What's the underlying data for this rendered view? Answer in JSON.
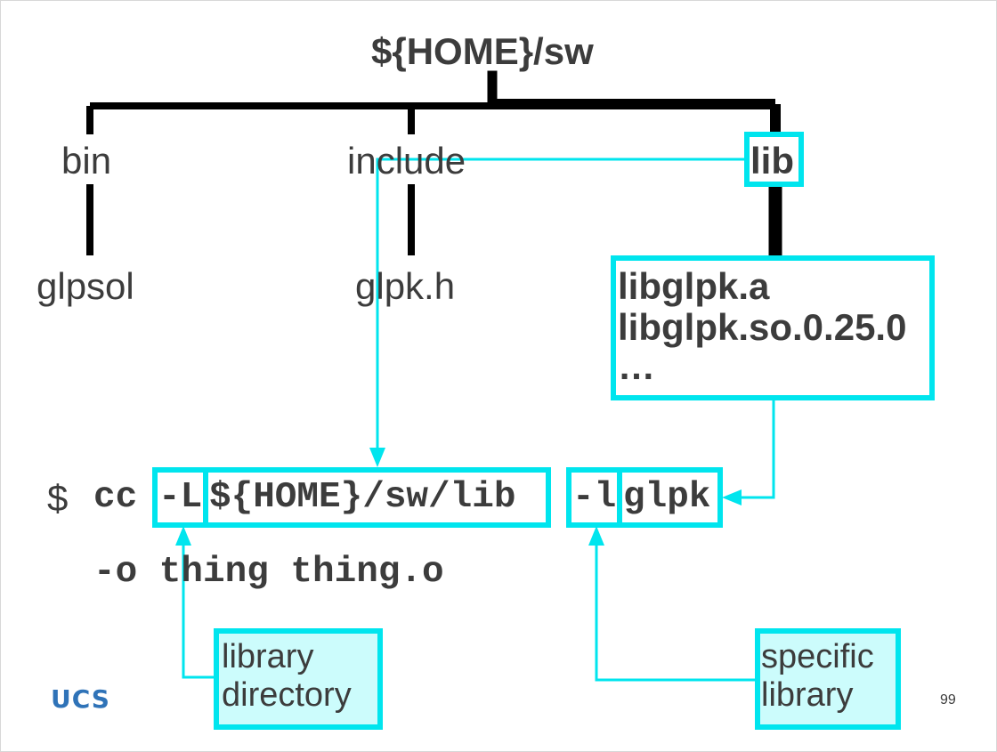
{
  "root": "${HOME}/sw",
  "dirs": {
    "bin": "bin",
    "include": "include",
    "lib": "lib"
  },
  "files": {
    "bin_file": "glpsol",
    "include_file": "glpk.h",
    "lib_files": [
      "libglpk.a",
      "libglpk.so.0.25.0",
      "…"
    ]
  },
  "command": {
    "prompt": "$",
    "compiler": "cc",
    "lib_dir_flag": "-L",
    "lib_dir_path": "${HOME}/sw/lib",
    "lib_flag": "-l",
    "lib_name": "glpk",
    "output": "-o thing thing.o"
  },
  "callouts": {
    "library_directory": [
      "library",
      "directory"
    ],
    "specific_library": [
      "specific",
      "library"
    ]
  },
  "logo": "UCS",
  "page_number": "99",
  "colors": {
    "tree": "#000000",
    "highlight": "#00e5ee",
    "callout_fill": "#ccfcfc",
    "text": "#3c3c3c"
  }
}
